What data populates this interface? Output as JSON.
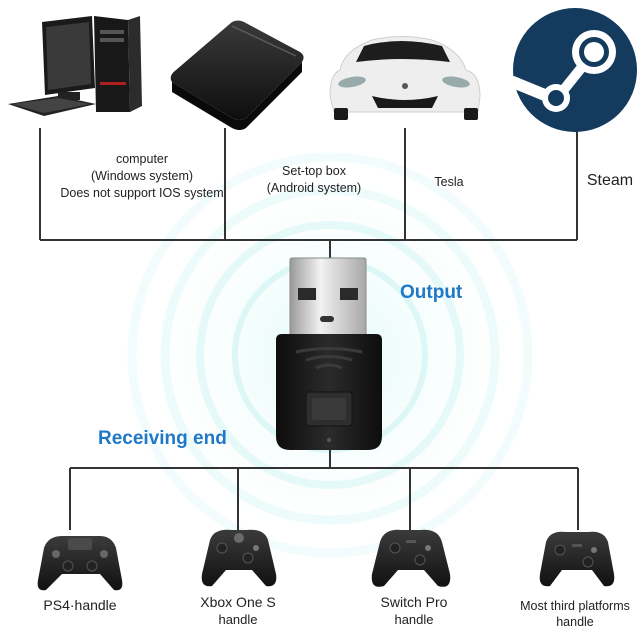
{
  "top_devices": [
    {
      "id": "computer",
      "lines": [
        "computer",
        "(Windows system)",
        "Does not support IOS system"
      ],
      "icon": "computer-icon"
    },
    {
      "id": "settop",
      "lines": [
        "Set-top box",
        "(Android system)"
      ],
      "icon": "set-top-box-icon"
    },
    {
      "id": "tesla",
      "lines": [
        "Tesla"
      ],
      "icon": "tesla-car-icon"
    },
    {
      "id": "steam",
      "lines": [
        "Steam"
      ],
      "icon": "steam-logo-icon"
    }
  ],
  "output_label": "Output",
  "receiving_label": "Receiving end",
  "bottom_devices": [
    {
      "id": "ps4",
      "lines": [
        "PS4·handle"
      ],
      "icon": "ps4-controller-icon"
    },
    {
      "id": "xbox",
      "lines": [
        "Xbox One S",
        "handle"
      ],
      "icon": "xbox-controller-icon"
    },
    {
      "id": "switch",
      "lines": [
        "Switch Pro",
        "handle"
      ],
      "icon": "switch-pro-controller-icon"
    },
    {
      "id": "third",
      "lines": [
        "Most third platforms",
        "handle"
      ],
      "icon": "third-party-controller-icon"
    }
  ],
  "colors": {
    "accent": "#1f78c8",
    "line": "#333333",
    "glow": "#bfeff0"
  }
}
